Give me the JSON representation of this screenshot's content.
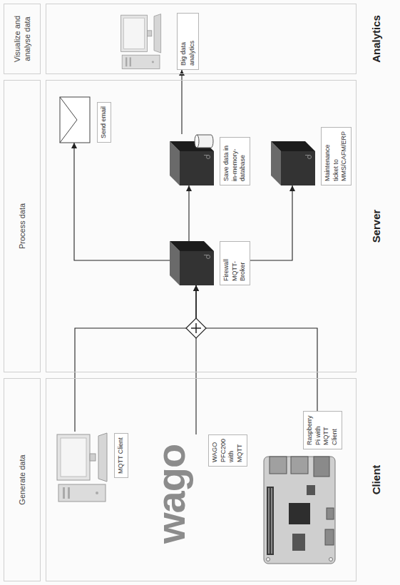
{
  "diagram": {
    "nodes": [
      {
        "text": [
          "Generate data"
        ]
      },
      {
        "text": [
          "Client"
        ]
      },
      {
        "text": [
          "MQTT Client"
        ],
        "in": 1
      },
      {
        "text": [
          "wago",
          "WAGO PFC200 with MQTT"
        ],
        "in": 1
      },
      {
        "text": [
          "Raspberry Pi with MQTT Client"
        ],
        "in": 1
      },
      {
        "text": [
          "Process data"
        ]
      },
      {
        "text": [
          "Server"
        ]
      },
      {
        "text": [
          "Firewall MQTT-Broker"
        ],
        "in": 6
      },
      {
        "text": [
          "Send email"
        ],
        "in": 6
      },
      {
        "text": [
          "Save data in in-memory- database"
        ],
        "in": 6
      },
      {
        "text": [
          "Maintenance ticket to MMS/CAFM/ERP"
        ],
        "in": 6
      },
      {
        "text": [
          "Visualize and analyse data"
        ]
      },
      {
        "text": [
          "Analytics"
        ]
      },
      {
        "text": [
          "Big data analytics"
        ],
        "in": 12
      }
    ],
    "edges": [
      {
        "from": 2,
        "to": 7,
        "arrow": "to"
      },
      {
        "from": 3,
        "to": 7,
        "arrow": "to"
      },
      {
        "from": 4,
        "to": 7,
        "arrow": "to"
      },
      {
        "from": 7,
        "to": 8,
        "arrow": "to"
      },
      {
        "from": 7,
        "to": 9,
        "arrow": "to"
      },
      {
        "from": 7,
        "to": 10,
        "arrow": "to"
      },
      {
        "from": 9,
        "to": 13,
        "arrow": "to"
      }
    ]
  }
}
